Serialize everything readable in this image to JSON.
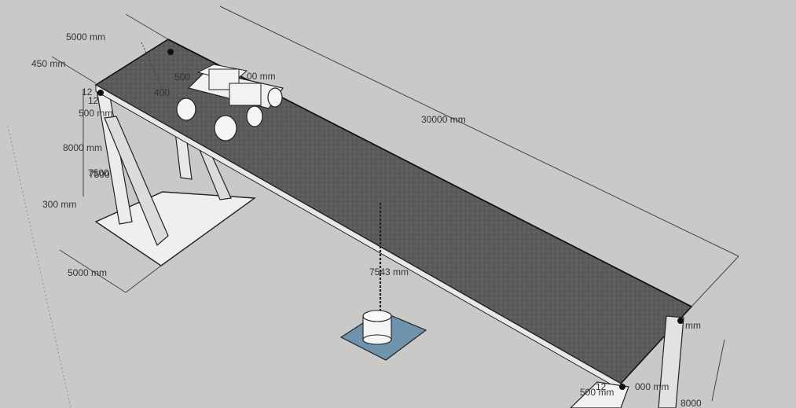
{
  "scene": {
    "background_color": "#c9c9c7",
    "deck_color": "#5a5a5c",
    "cup_base_color": "#6f93ad"
  },
  "dimensions": {
    "deck_width": "5000 mm",
    "top_offset": "450 mm",
    "deck_length": "30000 mm",
    "car_length": "500",
    "car_width": "00 mm",
    "car_depth": "400",
    "small_a": "12",
    "small_b": "12",
    "small_c": "500 mm",
    "leg_height": "8000 mm",
    "mid_a": "7500",
    "mid_b": "7500",
    "base_height": "300 mm",
    "base_width": "5000 mm",
    "pendulum_length": "7543 mm",
    "right_a": "mm",
    "right_b": "12",
    "right_c": "500 mm",
    "right_d": "000 mm",
    "right_e": "8000"
  }
}
